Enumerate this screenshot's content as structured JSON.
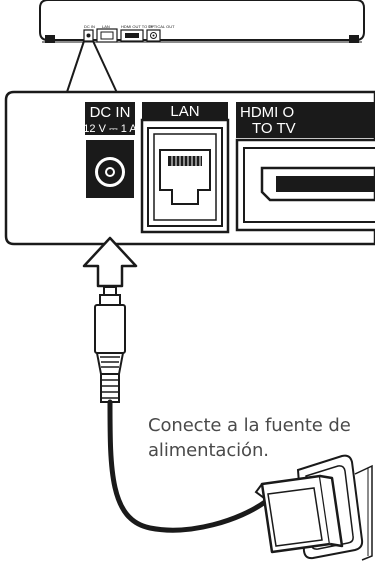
{
  "labels": {
    "device_tiny_dcin": "DC IN",
    "device_tiny_lan": "LAN",
    "device_tiny_hdmi": "HDMI OUT TO TV",
    "device_tiny_optical": "OPTICAL OUT",
    "dc_in_title": "DC IN",
    "dc_in_rating": "12 V ⎓ 1 A",
    "lan_title": "LAN",
    "hdmi_title_line1": "HDMI O",
    "hdmi_title_line2": "TO TV"
  },
  "caption": {
    "line1": "Conecte a la fuente de",
    "line2": "alimentación."
  },
  "colors": {
    "line": "#1a1a1a",
    "panel_bg": "#ffffff",
    "label_bg": "#1a1a1a",
    "label_text": "#ffffff",
    "caption_text": "#4a4a4a"
  }
}
